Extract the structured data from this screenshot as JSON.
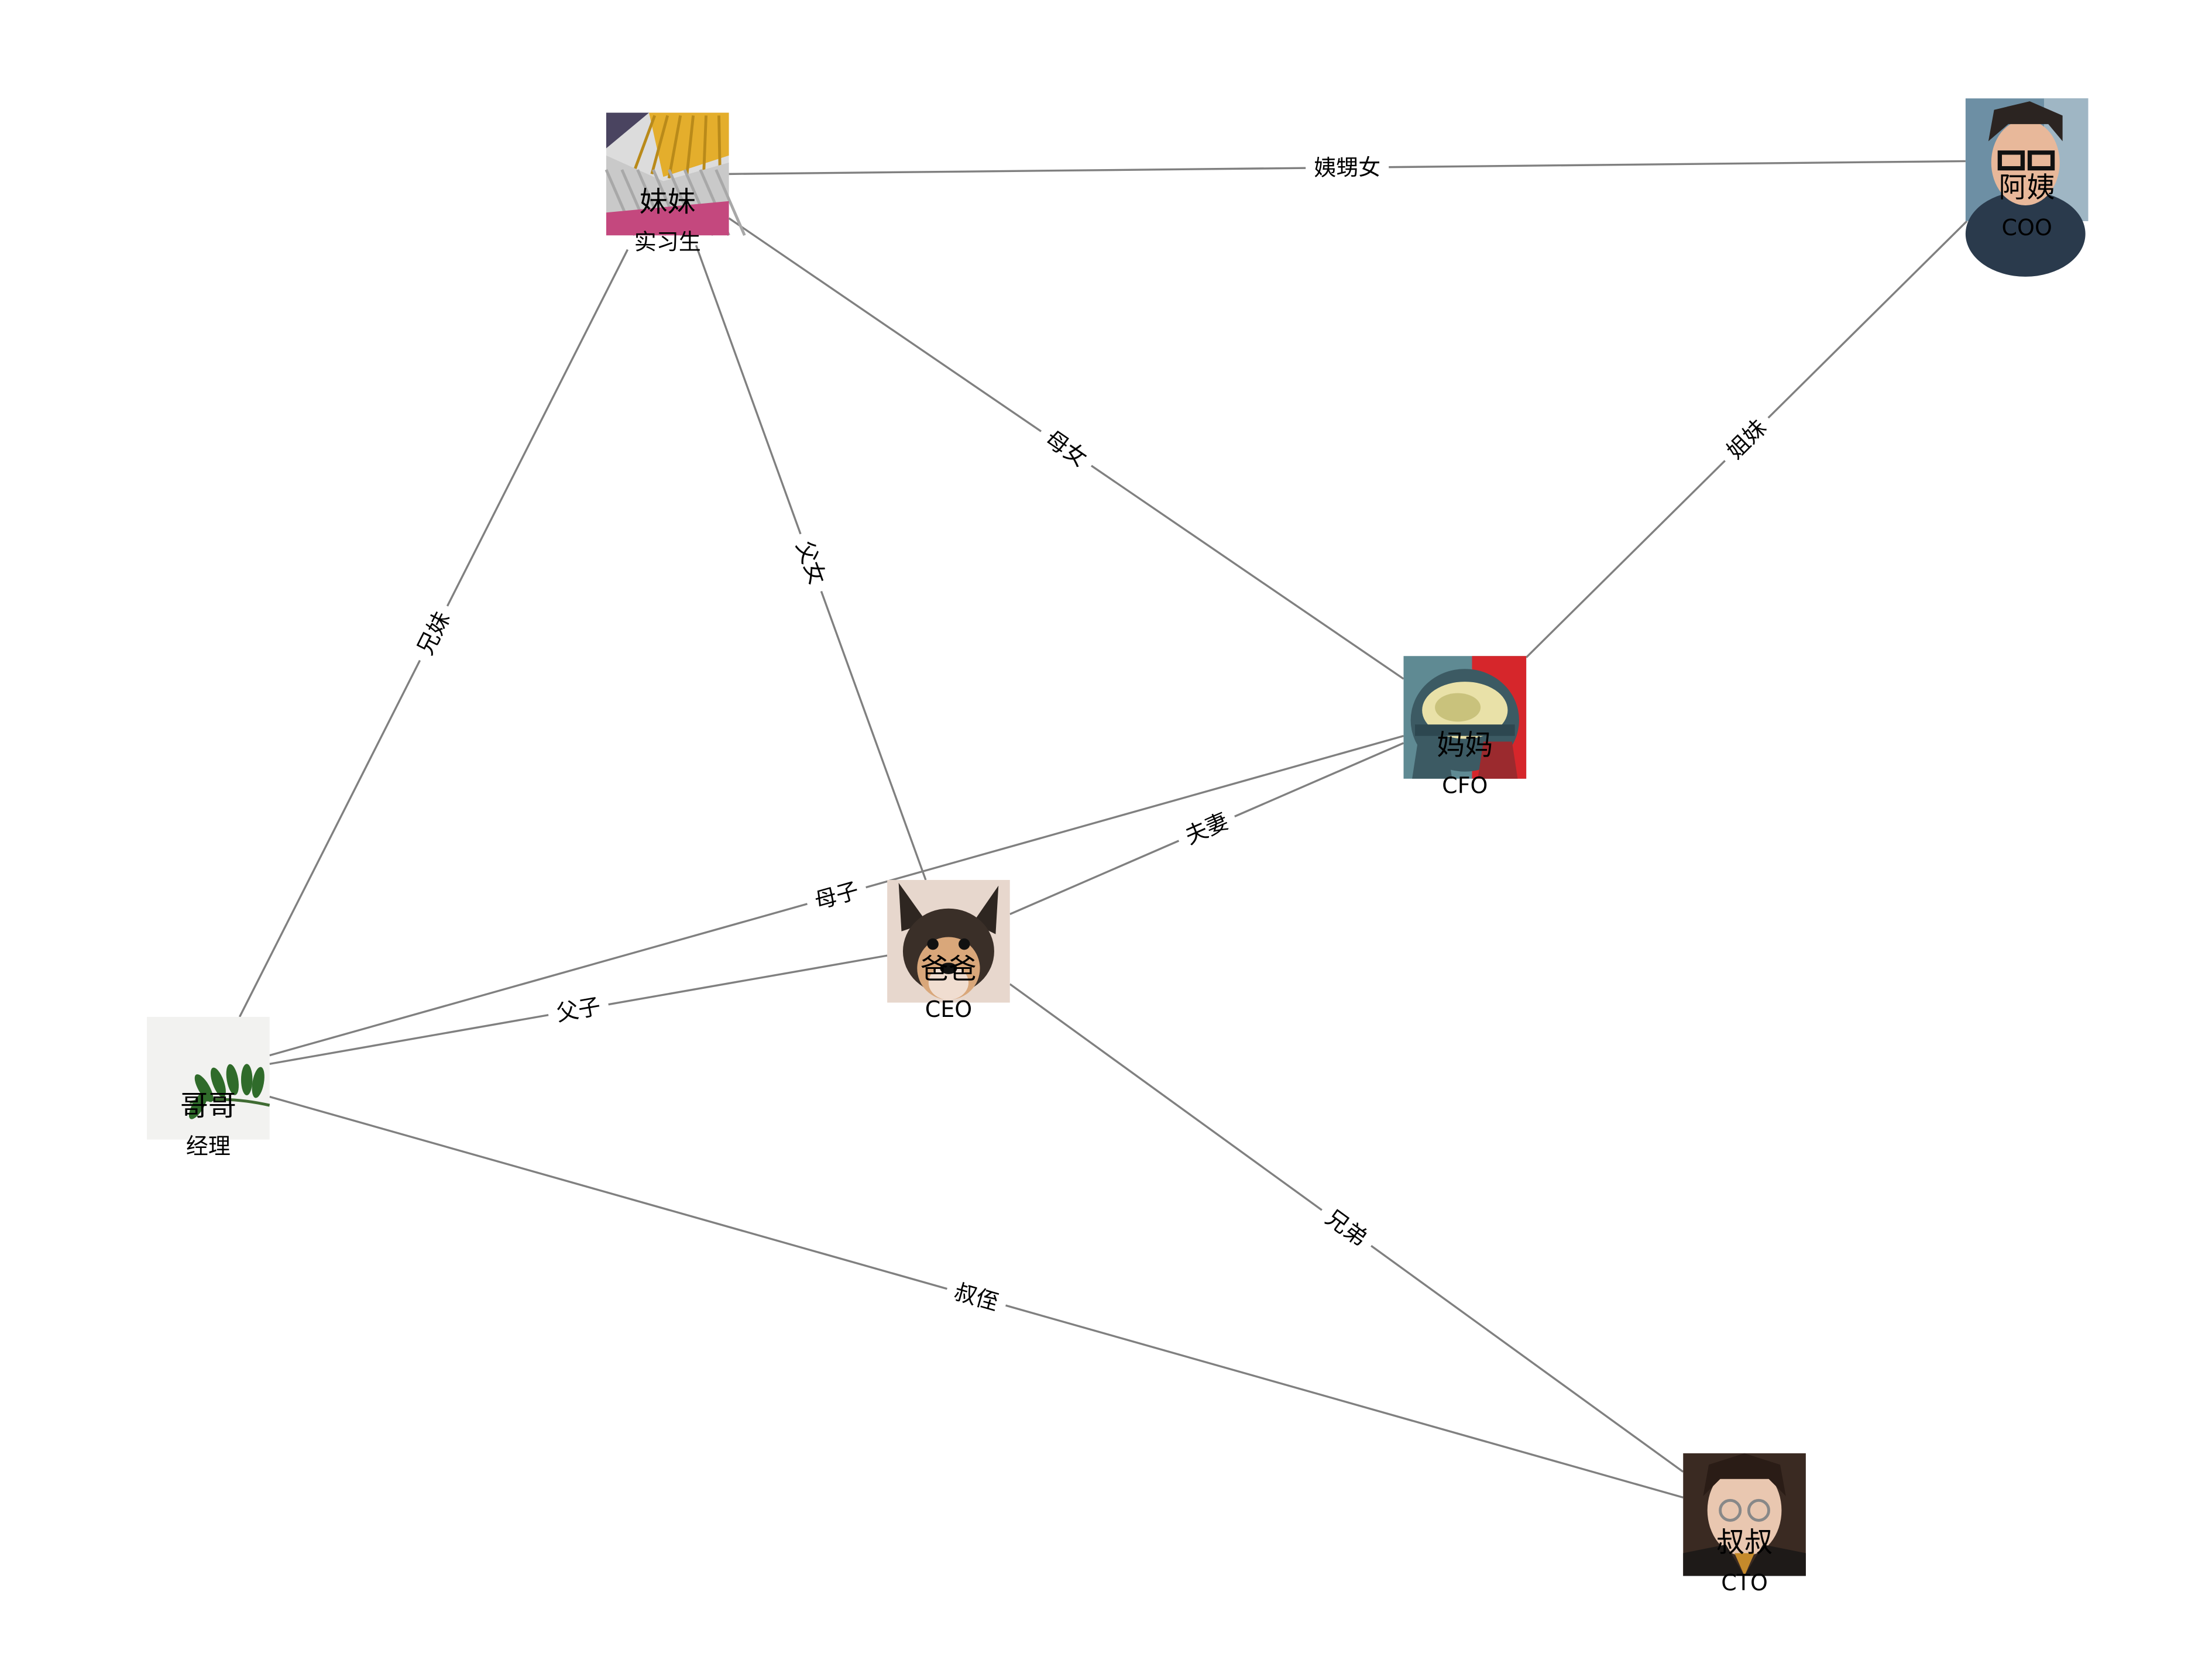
{
  "nodes": [
    {
      "id": "meimei",
      "name": "妹妹",
      "title": "实习生",
      "image": "staircase-photo"
    },
    {
      "id": "ayi",
      "name": "阿姨",
      "title": "COO",
      "image": "cartoon-man-glasses"
    },
    {
      "id": "mama",
      "name": "妈妈",
      "title": "CFO",
      "image": "helmet-poster"
    },
    {
      "id": "baba",
      "name": "爸爸",
      "title": "CEO",
      "image": "dog-photo"
    },
    {
      "id": "gege",
      "name": "哥哥",
      "title": "经理",
      "image": "leaf-photo"
    },
    {
      "id": "shushu",
      "name": "叔叔",
      "title": "CTO",
      "image": "boy-glasses-photo"
    }
  ],
  "edges": [
    {
      "source": "meimei",
      "target": "ayi",
      "label": "姨甥女"
    },
    {
      "source": "meimei",
      "target": "mama",
      "label": "母女"
    },
    {
      "source": "meimei",
      "target": "baba",
      "label": "父女"
    },
    {
      "source": "meimei",
      "target": "gege",
      "label": "兄妹"
    },
    {
      "source": "ayi",
      "target": "mama",
      "label": "姐妹"
    },
    {
      "source": "mama",
      "target": "baba",
      "label": "夫妻"
    },
    {
      "source": "mama",
      "target": "gege",
      "label": "母子"
    },
    {
      "source": "baba",
      "target": "gege",
      "label": "父子"
    },
    {
      "source": "baba",
      "target": "shushu",
      "label": "兄弟"
    },
    {
      "source": "gege",
      "target": "shushu",
      "label": "叔侄"
    }
  ],
  "colors": {
    "edge": "#808080",
    "background": "#ffffff",
    "text": "#000000"
  }
}
